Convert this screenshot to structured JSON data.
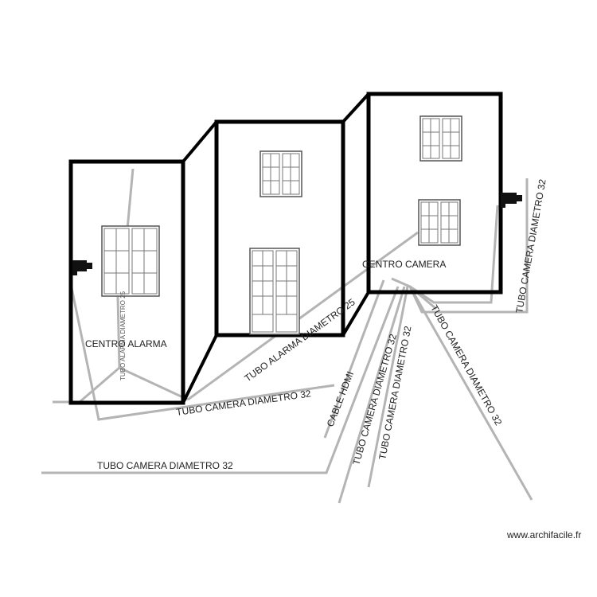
{
  "labels": {
    "centro_alarma": "CENTRO   ALARMA",
    "centro_camera": "CENTRO  CAMERA",
    "tubo_alarma_vertical": "TUBO ALARMA DIAMETRO 25",
    "tubo_alarma_diag": "TUBO ALARMA DIAMETRO 25",
    "tubo_camera_mid": "TUBO CAMERA DIAMETRO 32",
    "tubo_camera_bottom": "TUBO CAMERA DIAMETRO 32",
    "cable_hdmi": "CABLE HDMI",
    "tubo_camera_fan1": "TUBO CAMERA DIAMETRO 32",
    "tubo_camera_fan2": "TUBO CAMERA DIAMETRO 32",
    "tubo_camera_fan3": "TUBO CAMERA DIAMETRO 32",
    "tubo_camera_right": "TUBO CAMERA DIAMETRO 32"
  },
  "watermark": "www.archifacile.fr",
  "icons": {
    "camera_left": "cctv-camera-icon",
    "camera_right": "cctv-camera-icon"
  }
}
